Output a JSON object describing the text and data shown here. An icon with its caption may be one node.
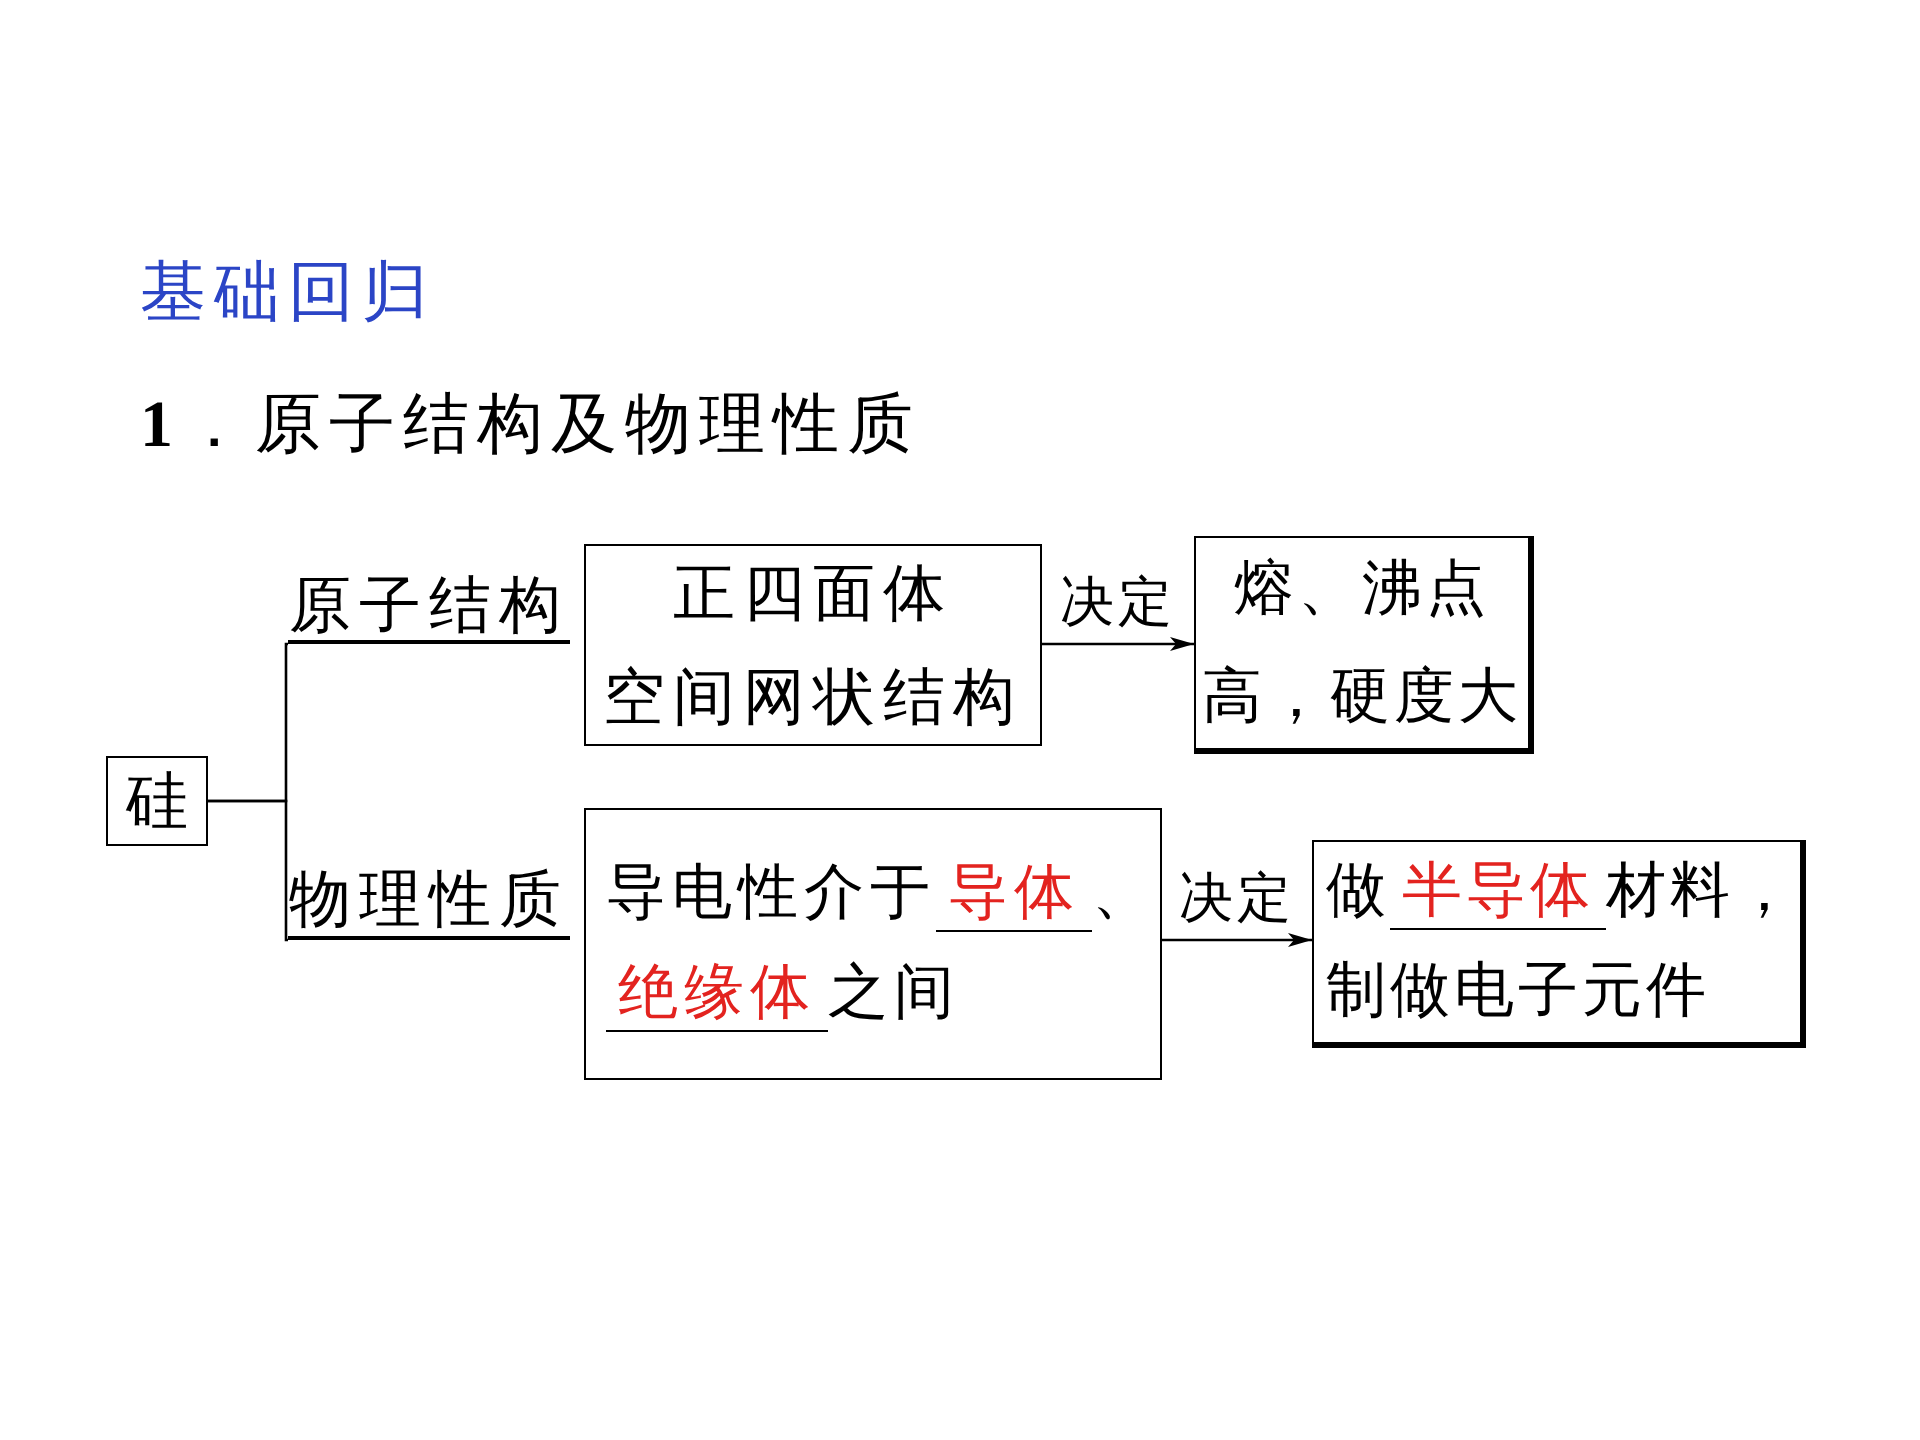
{
  "diagram": {
    "title": "基础回归",
    "nodes": [
      {
        "text": [
          "硅"
        ]
      },
      {
        "text": [
          "原子结构"
        ]
      },
      {
        "text": [
          "物理性质"
        ]
      },
      {
        "text": [
          "正四面体",
          "空间网状结构"
        ]
      },
      {
        "text": [
          "熔、沸点高，硬度大"
        ]
      },
      {
        "text": [
          "导电性介于",
          "导体",
          "、",
          "绝缘体",
          "之间"
        ]
      },
      {
        "text": [
          "做",
          "半导体",
          "材料，",
          "制做电子元件"
        ]
      }
    ],
    "edges": [
      {
        "from": 0,
        "to": 1,
        "arrow": "none"
      },
      {
        "from": 0,
        "to": 2,
        "arrow": "none"
      },
      {
        "from": 3,
        "to": 4,
        "arrow": "to",
        "label": "决定"
      },
      {
        "from": 5,
        "to": 6,
        "arrow": "to",
        "label": "决定"
      }
    ],
    "labels": [
      "**1**．原子结构及物理性质"
    ]
  }
}
